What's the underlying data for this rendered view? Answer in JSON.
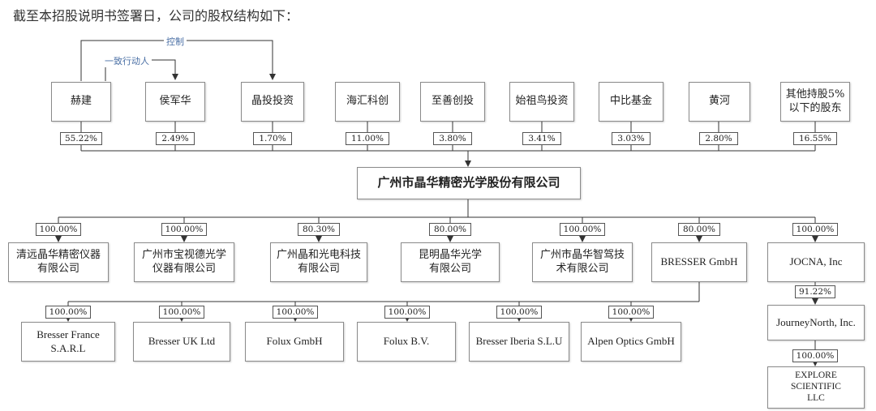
{
  "heading": "截至本招股说明书签署日，公司的股权结构如下：",
  "relations": {
    "control": "控制",
    "concert": "一致行动人"
  },
  "shareholders": [
    {
      "name": "赫建",
      "pct": "55.22%"
    },
    {
      "name": "侯军华",
      "pct": "2.49%"
    },
    {
      "name": "晶投投资",
      "pct": "1.70%"
    },
    {
      "name": "海汇科创",
      "pct": "11.00%"
    },
    {
      "name": "至善创投",
      "pct": "3.80%"
    },
    {
      "name": "始祖鸟投资",
      "pct": "3.41%"
    },
    {
      "name": "中比基金",
      "pct": "3.03%"
    },
    {
      "name": "黄河",
      "pct": "2.80%"
    },
    {
      "name": "其他持股5%\n以下的股东",
      "pct": "16.55%"
    }
  ],
  "company": "广州市晶华精密光学股份有限公司",
  "subsidiaries": [
    {
      "name": "清远晶华精密仪器\n有限公司",
      "pct": "100.00%"
    },
    {
      "name": "广州市宝视德光学\n仪器有限公司",
      "pct": "100.00%"
    },
    {
      "name": "广州晶和光电科技\n有限公司",
      "pct": "80.30%"
    },
    {
      "name": "昆明晶华光学\n有限公司",
      "pct": "80.00%"
    },
    {
      "name": "广州市晶华智驾技\n术有限公司",
      "pct": "100.00%"
    },
    {
      "name": "BRESSER GmbH",
      "pct": "80.00%"
    },
    {
      "name": "JOCNA, Inc",
      "pct": "100.00%"
    }
  ],
  "bresser_subsidiaries": [
    {
      "name": "Bresser France\nS.A.R.L",
      "pct": "100.00%"
    },
    {
      "name": "Bresser UK Ltd",
      "pct": "100.00%"
    },
    {
      "name": "Folux GmbH",
      "pct": "100.00%"
    },
    {
      "name": "Folux B.V.",
      "pct": "100.00%"
    },
    {
      "name": "Bresser Iberia S.L.U",
      "pct": "100.00%"
    },
    {
      "name": "Alpen Optics GmbH",
      "pct": "100.00%"
    }
  ],
  "jocna_chain": [
    {
      "name": "JourneyNorth, Inc.",
      "pct": "91.22%"
    },
    {
      "name": "EXPLORE\nSCIENTIFIC\nLLC",
      "pct": "100.00%"
    }
  ]
}
